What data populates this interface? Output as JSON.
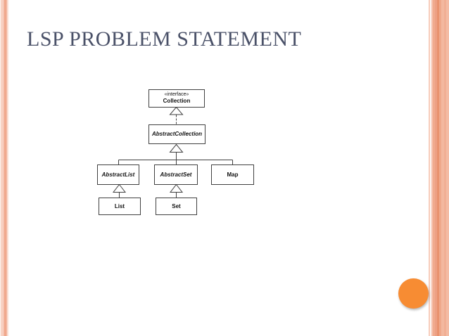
{
  "slide": {
    "title": "LSP PROBLEM STATEMENT"
  },
  "diagram": {
    "nodes": {
      "collection": {
        "stereotype": "«interface»",
        "label": "Collection"
      },
      "abstract_collection": {
        "label": "AbstractCollection"
      },
      "abstract_list": {
        "label": "AbstractList"
      },
      "abstract_set": {
        "label": "AbstractSet"
      },
      "map": {
        "label": "Map"
      },
      "list": {
        "label": "List"
      },
      "set": {
        "label": "Set"
      }
    },
    "relations": [
      {
        "from": "AbstractCollection",
        "to": "Collection",
        "type": "realization-dashed-hollow-triangle"
      },
      {
        "from": "AbstractList",
        "to": "AbstractCollection",
        "type": "generalization-hollow-triangle"
      },
      {
        "from": "AbstractSet",
        "to": "AbstractCollection",
        "type": "generalization-hollow-triangle"
      },
      {
        "from": "Map",
        "to": "AbstractCollection",
        "type": "generalization-hollow-triangle"
      },
      {
        "from": "List",
        "to": "AbstractList",
        "type": "generalization-hollow-triangle"
      },
      {
        "from": "Set",
        "to": "AbstractSet",
        "type": "generalization-hollow-triangle"
      }
    ]
  },
  "colors": {
    "title_text": "#4a5168",
    "accent_circle": "#f78c33",
    "stripe_dark": "#e9926e",
    "stripe_light": "#f8cfc0",
    "diagram_line": "#404040",
    "background": "#ffffff"
  }
}
